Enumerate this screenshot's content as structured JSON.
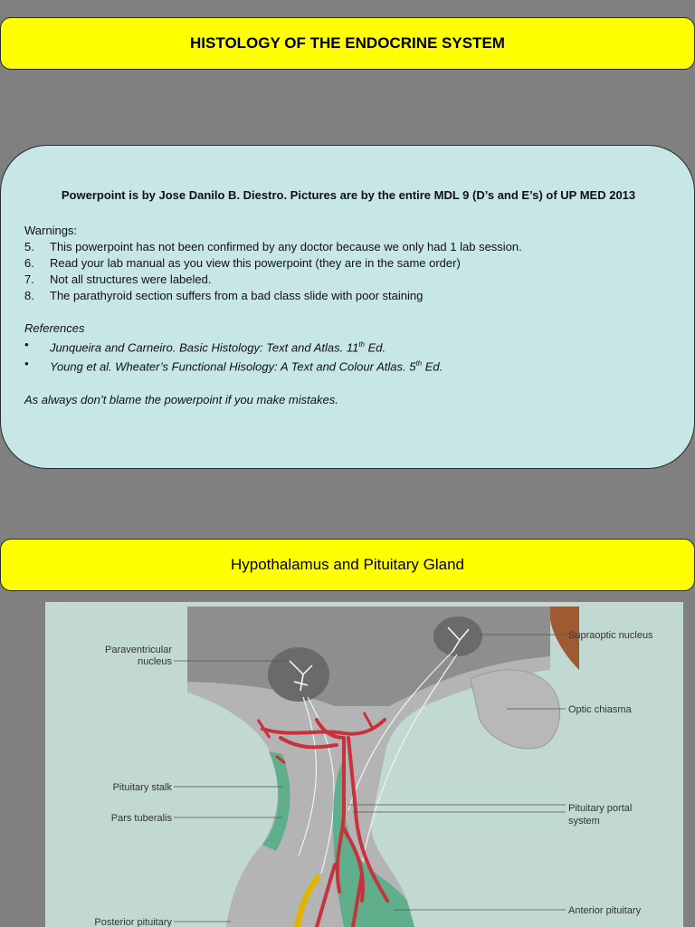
{
  "slide1": {
    "title": "HISTOLOGY OF THE ENDOCRINE SYSTEM",
    "credit": "Powerpoint is by Jose Danilo B. Diestro. Pictures are by the entire MDL 9 (D’s and E’s) of UP MED 2013",
    "warnings_heading": "Warnings:",
    "warnings": [
      {
        "num": "5.",
        "text": "This powerpoint has not been confirmed by any doctor because we only had 1 lab session."
      },
      {
        "num": "6.",
        "text": "Read your lab manual as you view this powerpoint (they are in the same order)"
      },
      {
        "num": "7.",
        "text": "Not all structures were labeled."
      },
      {
        "num": "8.",
        "text": "The parathyroid section suffers from a bad class slide with poor staining"
      }
    ],
    "references_heading": "References",
    "references": [
      {
        "bullet": "•",
        "text": "Junqueira and Carneiro. Basic Histology: Text and Atlas. 11",
        "sup": "th",
        "tail": " Ed."
      },
      {
        "bullet": "•",
        "text": "Young et al. Wheater’s Functional Hisology: A Text and Colour Atlas. 5",
        "sup": "th",
        "tail": " Ed."
      }
    ],
    "closing": "As always don’t blame the powerpoint if you make mistakes."
  },
  "slide2": {
    "title": "Hypothalamus and Pituitary Gland",
    "labels": {
      "paraventricular_1": "Paraventricular",
      "paraventricular_2": "nucleus",
      "supraoptic": "Supraoptic nucleus",
      "optic_chiasma": "Optic chiasma",
      "pituitary_stalk": "Pituitary stalk",
      "pars_tuberalis": "Pars tuberalis",
      "portal_1": "Pituitary portal",
      "portal_2": "system",
      "anterior": "Anterior pituitary",
      "posterior": "Posterior pituitary"
    }
  },
  "colors": {
    "background": "#808080",
    "banner": "#ffff00",
    "infobox": "#c7e6e6",
    "figure_bg": "#c2d8d2",
    "vessel": "#c8323c",
    "tissue": "#a8a8a8",
    "pars_tuberalis": "#5fae8c",
    "chiasma": "#a05a32"
  }
}
